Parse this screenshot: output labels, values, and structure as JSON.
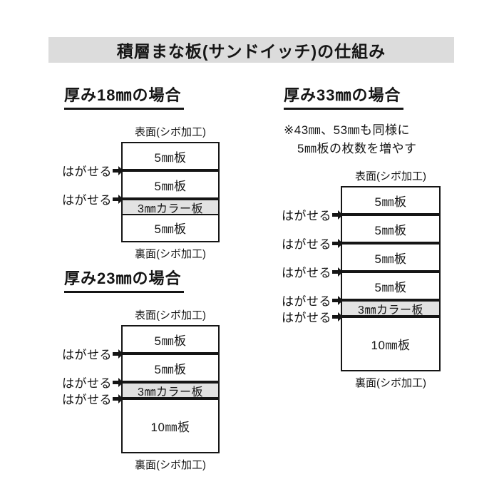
{
  "title": "積層まな板(サンドイッチ)の仕組み",
  "surface_label": "表面(シボ加工)",
  "back_label": "裏面(シボ加工)",
  "peel_label": "はがせる",
  "colors": {
    "title_bar_bg": "#dcdcdc",
    "color_plate_bg": "#e2e2e2",
    "line": "#151515",
    "text": "#151515",
    "background": "#ffffff"
  },
  "diagrams": [
    {
      "id": "18mm",
      "heading": "厚み18㎜の場合",
      "total_thickness_mm": 18,
      "layers": [
        {
          "label": "5㎜板",
          "thickness_mm": 5,
          "color_plate": false
        },
        {
          "label": "5㎜板",
          "thickness_mm": 5,
          "color_plate": false
        },
        {
          "label": "3㎜カラー板",
          "thickness_mm": 3,
          "color_plate": true
        },
        {
          "label": "5㎜板",
          "thickness_mm": 5,
          "color_plate": false
        }
      ],
      "dividers": [
        "peel",
        "peel",
        "thin"
      ]
    },
    {
      "id": "23mm",
      "heading": "厚み23㎜の場合",
      "total_thickness_mm": 23,
      "layers": [
        {
          "label": "5㎜板",
          "thickness_mm": 5,
          "color_plate": false
        },
        {
          "label": "5㎜板",
          "thickness_mm": 5,
          "color_plate": false
        },
        {
          "label": "3㎜カラー板",
          "thickness_mm": 3,
          "color_plate": true
        },
        {
          "label": "10㎜板",
          "thickness_mm": 10,
          "color_plate": false
        }
      ],
      "dividers": [
        "peel",
        "peel",
        "peel"
      ]
    },
    {
      "id": "33mm",
      "heading": "厚み33㎜の場合",
      "total_thickness_mm": 33,
      "note_lines": [
        "※43㎜、53㎜も同様に",
        "5㎜板の枚数を増やす"
      ],
      "layers": [
        {
          "label": "5㎜板",
          "thickness_mm": 5,
          "color_plate": false
        },
        {
          "label": "5㎜板",
          "thickness_mm": 5,
          "color_plate": false
        },
        {
          "label": "5㎜板",
          "thickness_mm": 5,
          "color_plate": false
        },
        {
          "label": "5㎜板",
          "thickness_mm": 5,
          "color_plate": false
        },
        {
          "label": "3㎜カラー板",
          "thickness_mm": 3,
          "color_plate": true
        },
        {
          "label": "10㎜板",
          "thickness_mm": 10,
          "color_plate": false
        }
      ],
      "dividers": [
        "peel",
        "peel",
        "peel",
        "peel",
        "peel"
      ]
    }
  ]
}
